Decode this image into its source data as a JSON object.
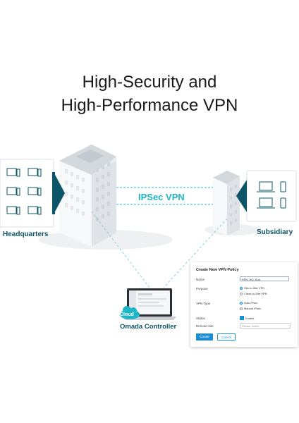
{
  "title_line1": "High-Security and",
  "title_line2": "High-Performance VPN",
  "sites": {
    "hq": "Headquarters",
    "sub": "Subsidiary"
  },
  "vpn_label": "IPSec VPN",
  "controller": {
    "cloud": "Cloud",
    "label": "Omada Controller"
  },
  "form": {
    "title": "Create New VPN Policy",
    "name_label": "Name",
    "name_value": "VPN_HQ_Sub",
    "purpose_label": "Purpose",
    "purpose_options": [
      "Site-to-Site VPN",
      "Client-to-Site VPN"
    ],
    "vpn_type_label": "VPN Type",
    "vpn_type_options": [
      "Auto IPsec",
      "Manual IPsec"
    ],
    "status_label": "Status",
    "status_value": "Enable",
    "remote_site_label": "Remote Site",
    "remote_site_placeholder": "Please Select",
    "create_label": "Create",
    "cancel_label": "Cancel"
  },
  "colors": {
    "accent": "#1a8fd6",
    "teal_dark": "#0b5566",
    "vpn_cyan": "#1fb5c8"
  }
}
